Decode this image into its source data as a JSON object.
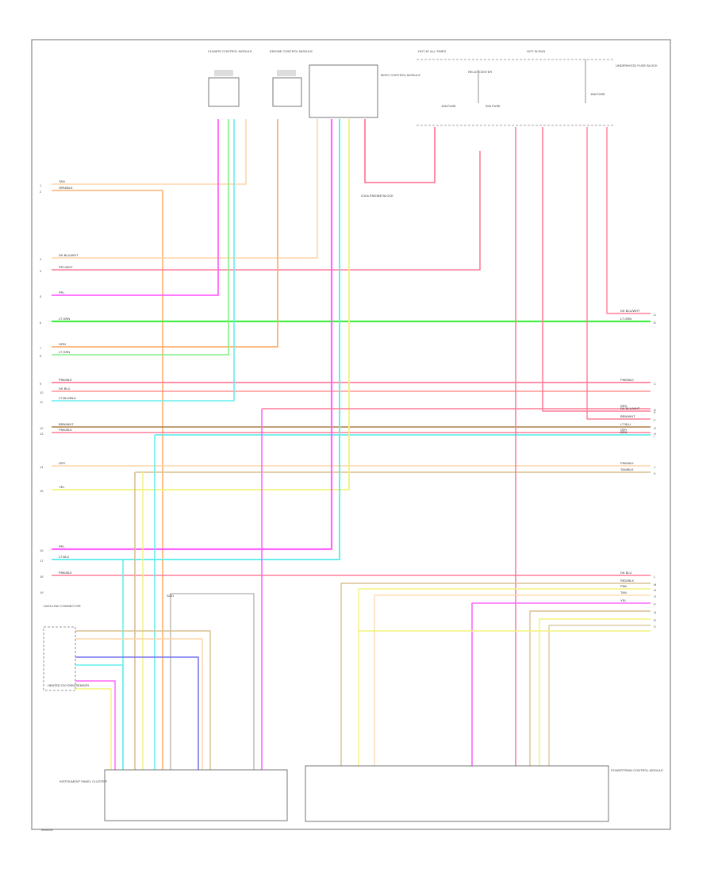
{
  "diagram_code": "W00000",
  "colors": {
    "pink": "#ff66ff",
    "green": "#44ee44",
    "lt_green": "#88ee88",
    "cyan": "#66eeee",
    "yellow": "#f2f27a",
    "orange": "#ffb070",
    "peach": "#ffd6a8",
    "salmon": "#ff8080",
    "red_pink": "#ff7f9a",
    "tan": "#d8c090",
    "brown": "#b89060",
    "blue": "#7777ee",
    "gray": "#999999",
    "frame": "#888888",
    "box": "#555555"
  },
  "left_markers": [
    "1",
    "2",
    "3",
    "4",
    "5",
    "6",
    "7",
    "8",
    "9",
    "10",
    "11",
    "12",
    "13",
    "14",
    "15",
    "16",
    "17",
    "18",
    "19"
  ],
  "right_markers": [
    "A",
    "B",
    "C",
    "D",
    "E",
    "F",
    "G",
    "H",
    "I",
    "J",
    "K",
    "L",
    "M",
    "N",
    "O",
    "P",
    "Q",
    "R",
    "S"
  ],
  "left_wire_labels": [
    "TAN",
    "ORN/BLK",
    "DK BLU/WHT",
    "PPL/WHT",
    "PPL",
    "LT GRN",
    "ORN",
    "LT GRN",
    "PNK/BLK",
    "DK BLU",
    "LT BLU/BLK",
    "BRN/WHT",
    "PNK/BLK",
    "GRY",
    "YEL",
    "PPL",
    "LT BLU",
    "PNK/BLK"
  ],
  "right_wire_labels": [
    "DK BLU/WHT",
    "LT GRN",
    "PNK/BLK",
    "RED",
    "DK BLU/WHT",
    "BRN/WHT",
    "LT BLU",
    "GRY",
    "BRN",
    "PNK/BLK",
    "TAN/BLK",
    "DK BLU",
    "RED/BLK",
    "PNK",
    "TAN",
    "YEL"
  ],
  "top_labels": {
    "hot_at_all_times": "HOT AT ALL TIMES",
    "hot_in_run": "HOT IN RUN",
    "fuse_block": "UNDERHOOD FUSE BLOCK",
    "relay_center": "RELAY CENTER",
    "module_a": "CLIMATE CONTROL MODULE",
    "module_b": "ENGINE CONTROL MODULE",
    "module_c": "BODY CONTROL MODULE",
    "ground_note": "G104 ENGINE BLOCK"
  },
  "bottom_labels": {
    "left_module": "INSTRUMENT PANEL CLUSTER",
    "left_connector": "DATA LINK CONNECTOR",
    "right_module": "POWERTRAIN CONTROL MODULE",
    "sensor_group": "HEATED OXYGEN SENSOR",
    "splice": "S201"
  },
  "dashed_labels": [
    "10A FUSE",
    "20A FUSE",
    "15A FUSE"
  ]
}
